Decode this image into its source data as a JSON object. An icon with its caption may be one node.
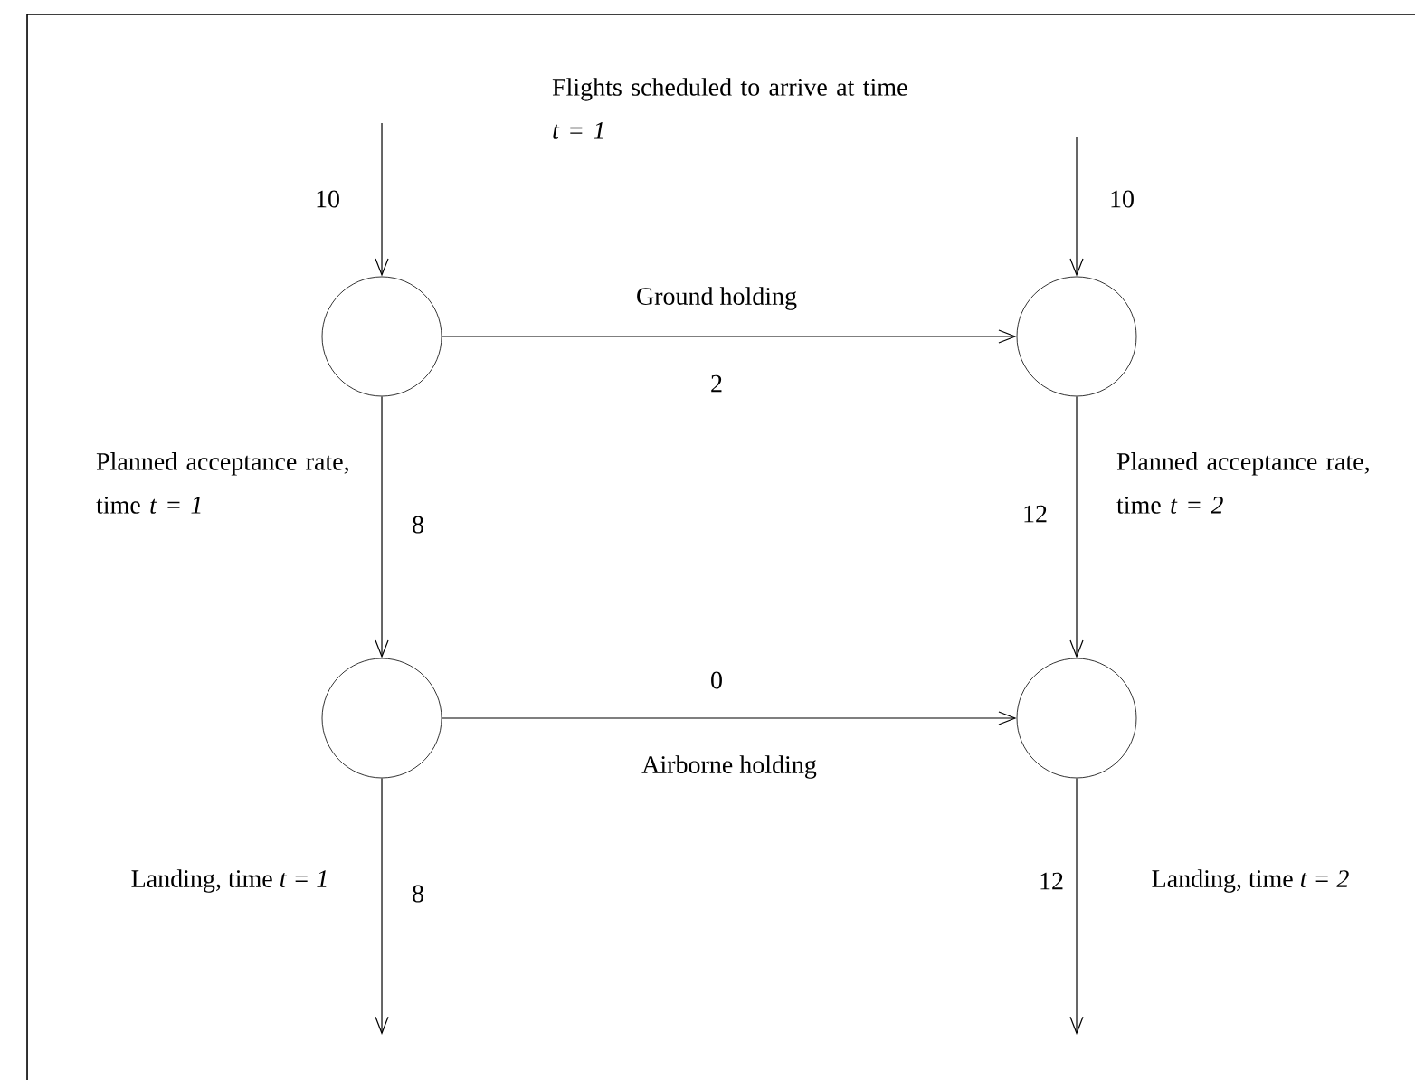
{
  "diagram": {
    "nodes": [
      {
        "text": [],
        "shape": "circle"
      },
      {
        "text": [],
        "shape": "circle"
      },
      {
        "text": [],
        "shape": "circle"
      },
      {
        "text": [],
        "shape": "circle"
      }
    ],
    "edges": [
      {
        "from": null,
        "to": 0,
        "arrow": "to",
        "label": "10"
      },
      {
        "from": null,
        "to": 1,
        "arrow": "to",
        "label": "10"
      },
      {
        "from": 0,
        "to": 1,
        "arrow": "to",
        "label": "2"
      },
      {
        "from": 0,
        "to": 2,
        "arrow": "to",
        "label": "8"
      },
      {
        "from": 1,
        "to": 3,
        "arrow": "to",
        "label": "12"
      },
      {
        "from": 2,
        "to": 3,
        "arrow": "to",
        "label": "0"
      },
      {
        "from": 2,
        "to": null,
        "arrow": "to",
        "label": "8"
      },
      {
        "from": 3,
        "to": null,
        "arrow": "to",
        "label": "12"
      }
    ],
    "labels": [
      "Flights scheduled to arrive at time *t = 1*",
      "Ground holding",
      "Planned acceptance rate, time *t = 1*",
      "Planned acceptance rate, time *t = 2*",
      "Airborne holding",
      "Landing, time *t = 1*",
      "Landing, time *t = 2*"
    ]
  }
}
